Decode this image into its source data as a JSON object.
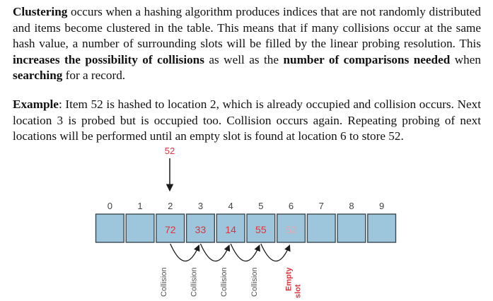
{
  "paragraph1": {
    "term": "Clustering",
    "t1": " occurs when a hashing algorithm produces indices that are not randomly distributed and items become clustered in the table. This means that if many collisions occur at the same hash value, a number of surrounding slots will be filled by the linear probing resolution. This ",
    "b1": "increases the possibility of collisions",
    "t2": " as well as the ",
    "b2": "number of comparisons needed",
    "t3": " when ",
    "b3": "searching",
    "t4": " for a record."
  },
  "paragraph2": {
    "label": "Example",
    "text": ": Item 52 is hashed to location 2, which is already occupied and collision occurs. Next location 3 is probed but is occupied too. Collision occurs again. Repeating probing of next locations will be performed until an empty slot is found at location 6 to store 52."
  },
  "figure": {
    "incoming_item": "52",
    "indices": [
      "0",
      "1",
      "2",
      "3",
      "4",
      "5",
      "6",
      "7",
      "8",
      "9"
    ],
    "slots": [
      "",
      "",
      "72",
      "33",
      "14",
      "55",
      "52",
      "",
      "",
      ""
    ],
    "labels": [
      "Collision",
      "Collision",
      "Collision",
      "Collision",
      "Empty slot"
    ],
    "colors": {
      "slot_fill": "#9dc6dc",
      "slot_border": "#3b4a52",
      "value_red": "#d9343e",
      "value_faded": "#e9a4a8",
      "arrow": "#1a1a1a",
      "index_text": "#444444",
      "label_text": "#555555"
    }
  }
}
